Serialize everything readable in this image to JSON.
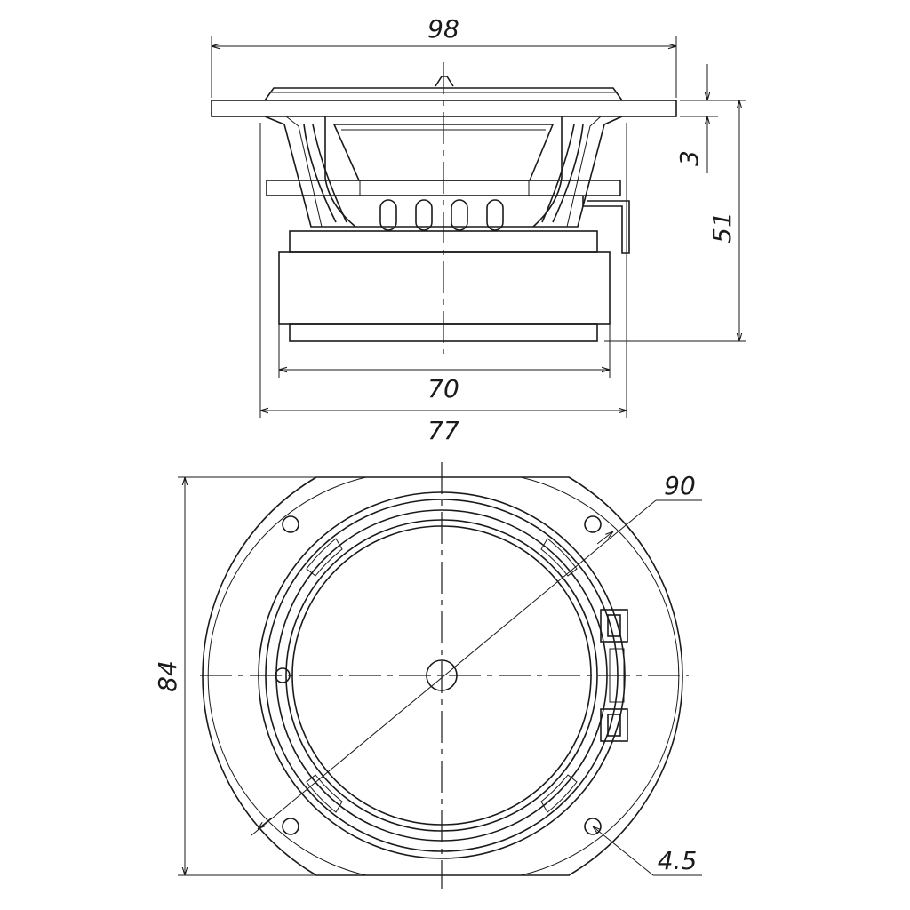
{
  "dimensions": {
    "side_view": {
      "flange_width": "98",
      "flange_thickness": "3",
      "total_depth": "51",
      "magnet_diameter": "70",
      "basket_width": "77"
    },
    "front_view": {
      "frame_height": "84",
      "mounting_hole_circle": "90",
      "mounting_hole_diameter": "4.5"
    }
  },
  "colors": {
    "line": "#1a1a1a",
    "background": "#ffffff"
  }
}
